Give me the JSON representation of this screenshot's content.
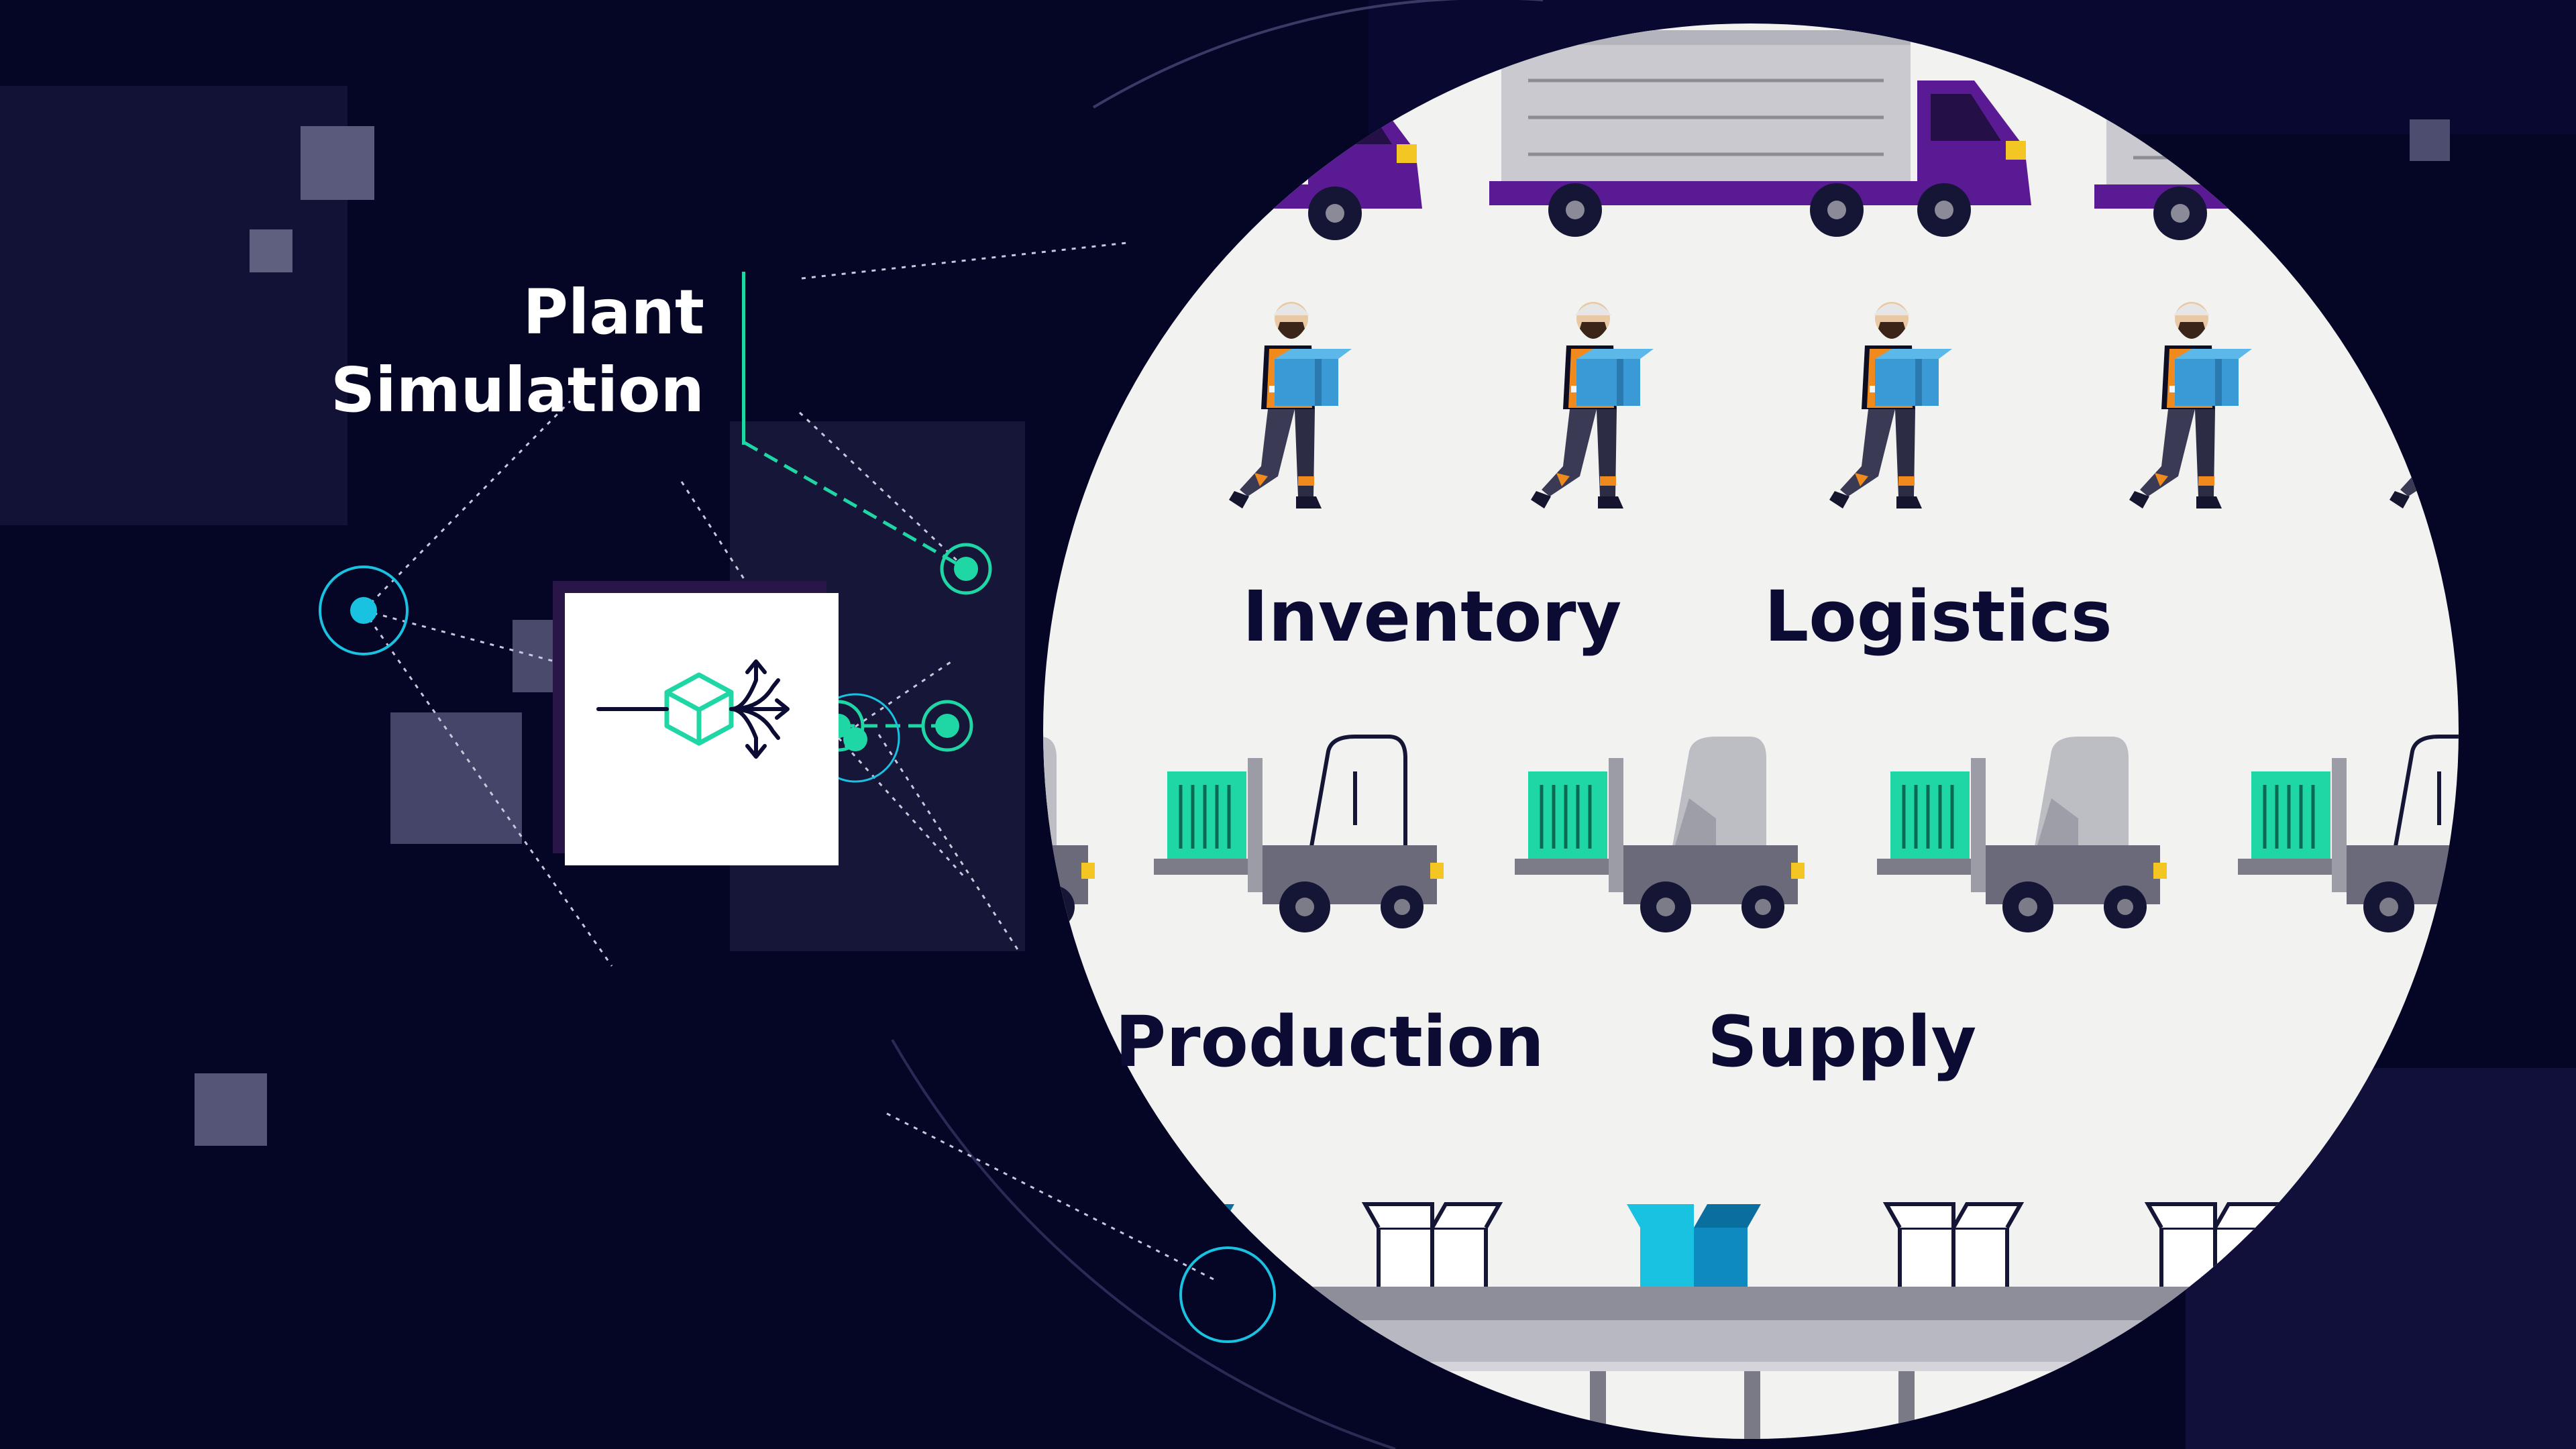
{
  "title": {
    "line1": "Plant",
    "line2": "Simulation"
  },
  "categories": {
    "inventory": "Inventory",
    "logistics": "Logistics",
    "production": "Production",
    "supply": "Supply"
  },
  "colors": {
    "background": "#050526",
    "accent_teal": "#1fd6a5",
    "accent_cyan": "#19c2e0",
    "truck_purple": "#5a1a94",
    "lens": "#f2f2f1",
    "text_dark": "#0b0b33"
  },
  "icons": {
    "card_icon": "cube-with-branching-arrows-icon",
    "trucks": "delivery-truck-icon",
    "workers": "worker-carrying-box-icon",
    "forklifts": "forklift-icon",
    "boxes": "open-box-icon",
    "conveyor": "conveyor-belt-icon"
  }
}
